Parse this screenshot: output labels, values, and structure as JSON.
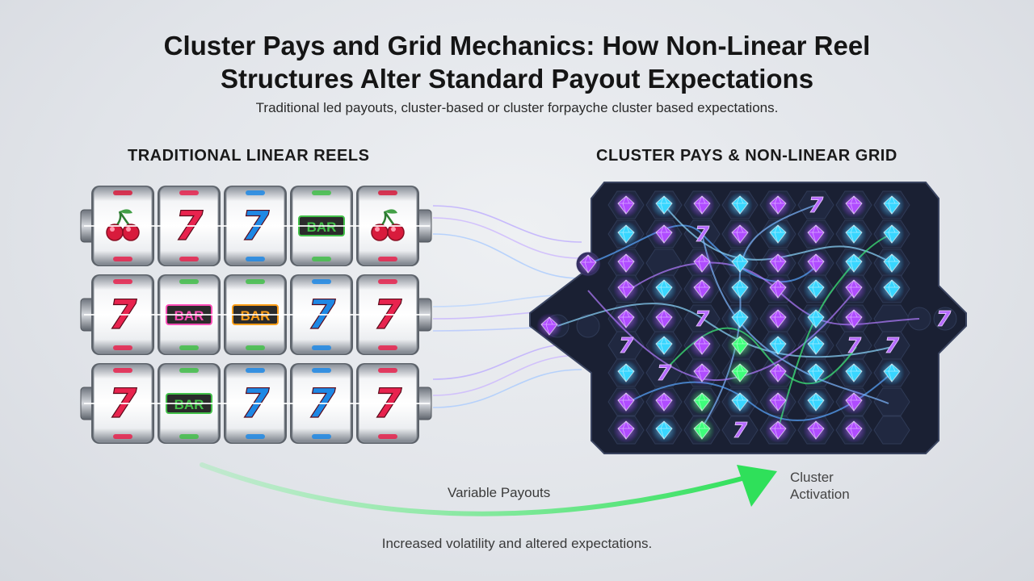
{
  "title_line1": "Cluster Pays and Grid Mechanics: How Non-Linear Reel",
  "title_line2": "Structures Alter Standard Payout Expectations",
  "subtitle": "Traditional led payouts, cluster-based or cluster forpayche cluster based expectations.",
  "left_heading": "TRADITIONAL LINEAR REELS",
  "right_heading": "CLUSTER PAYS & NON-LINEAR GRID",
  "reel_rows": [
    [
      "cherry",
      "seven",
      "seven-blue",
      "bar-green",
      "cherry"
    ],
    [
      "seven",
      "bar-pink",
      "bar-orange",
      "seven-blue",
      "seven"
    ],
    [
      "seven",
      "bar-green",
      "seven-blue",
      "seven-blue",
      "seven"
    ]
  ],
  "symbol_text": {
    "seven": "7",
    "bar": "BAR"
  },
  "grid_symbol": "7",
  "arrow_label": "Variable Payouts",
  "cluster_label": "Cluster Activation",
  "bottom_caption": "Increased volatility and altered expectations.",
  "colors": {
    "seven_red": "#e8234e",
    "seven_blue": "#1e88e5",
    "cherry": "#d81b3c",
    "bar_green": "#43c04a",
    "bar_pink": "#ff4fb8",
    "bar_orange": "#ff9f1a",
    "gem_purple": "#b04cff",
    "gem_cyan": "#38d6ff",
    "gem_green": "#3dff7a",
    "grid_bg": "#141a2b",
    "arrow": "#3ee066"
  }
}
